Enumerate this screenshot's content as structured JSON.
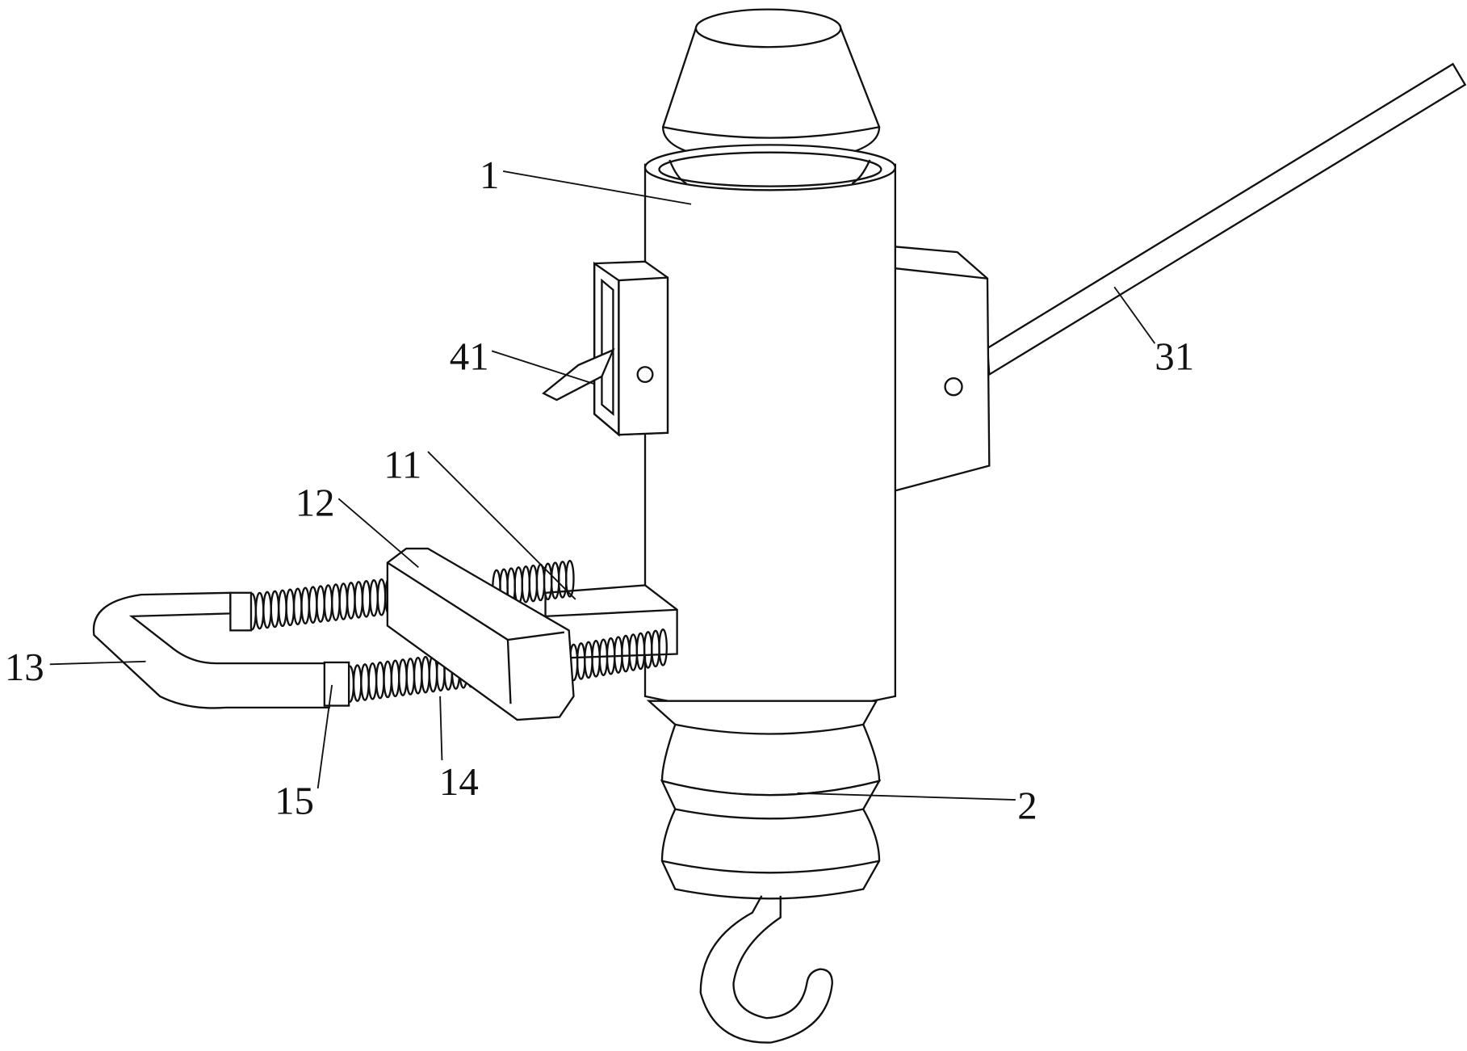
{
  "figure": {
    "labels": [
      {
        "id": "part-1",
        "text": "1"
      },
      {
        "id": "part-41",
        "text": "41"
      },
      {
        "id": "part-31",
        "text": "31"
      },
      {
        "id": "part-11",
        "text": "11"
      },
      {
        "id": "part-12",
        "text": "12"
      },
      {
        "id": "part-13",
        "text": "13"
      },
      {
        "id": "part-15",
        "text": "15"
      },
      {
        "id": "part-14",
        "text": "14"
      },
      {
        "id": "part-2",
        "text": "2"
      }
    ]
  }
}
